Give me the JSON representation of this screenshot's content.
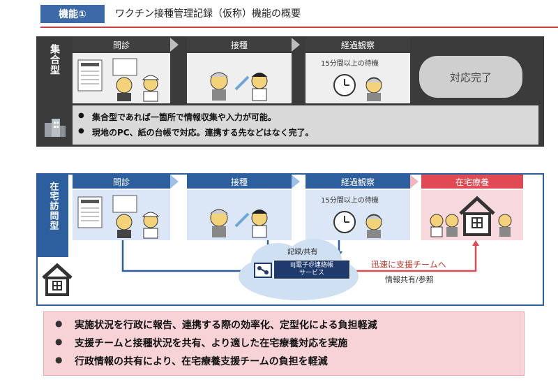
{
  "header": {
    "tag": "機能①",
    "title": "ワクチン接種管理記録（仮称）機能の概要"
  },
  "group": {
    "label": "集合型",
    "steps": [
      "問診",
      "接種",
      "経過観察"
    ],
    "wait_note": "15分間以上の待機",
    "done": "対応完了",
    "bullets": [
      "集合型であれば一箇所で情報収集や入力が可能。",
      "現地のPC、紙の台帳で対応。連携する先などはなく完了。"
    ]
  },
  "home": {
    "label": "在宅訪問型",
    "steps": [
      "問診",
      "接種",
      "経過観察",
      "在宅療養"
    ],
    "wait_note": "15分間以上の待機",
    "cloud_label": "記録/共有",
    "service_label": "IIJ電子＠連絡帳\nサービス",
    "share_red": "迅速に支援チームへ",
    "share_sub": "情報共有/参照",
    "bullets": [
      "実施状況を行政に報告、連携する際の効率化、定型化による負担軽減",
      "支援チームと接種状況を共有、より適した在宅療養対応を実施",
      "行政情報の共有により、在宅療養支援チームの負担を軽減"
    ]
  },
  "colors": {
    "accent": "#2d5f9f",
    "dark": "#3f3f3f",
    "red": "#e04a55",
    "line": "#c9403f"
  },
  "icons": [
    "questionnaire-icon",
    "patient-icon",
    "nurse-icon",
    "syringe-icon",
    "clock-icon",
    "building-icon",
    "house-icon",
    "cloud-icon"
  ]
}
